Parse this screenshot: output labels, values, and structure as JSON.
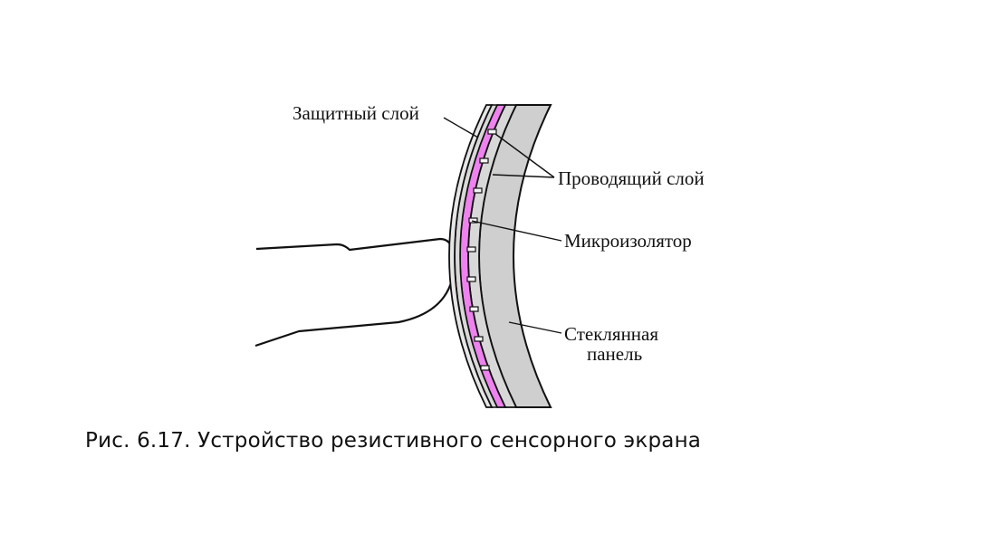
{
  "labels": {
    "protective_layer": "Защитный слой",
    "conductive_layer": "Проводящий слой",
    "micro_insulator": "Микроизолятор",
    "glass_panel_line1": "Стеклянная",
    "glass_panel_line2": "панель"
  },
  "caption": "Рис. 6.17. Устройство резистивного сенсорного экрана",
  "colors": {
    "glass": "#cfcfcf",
    "gap": "#ee82ee",
    "outline": "#111111"
  }
}
